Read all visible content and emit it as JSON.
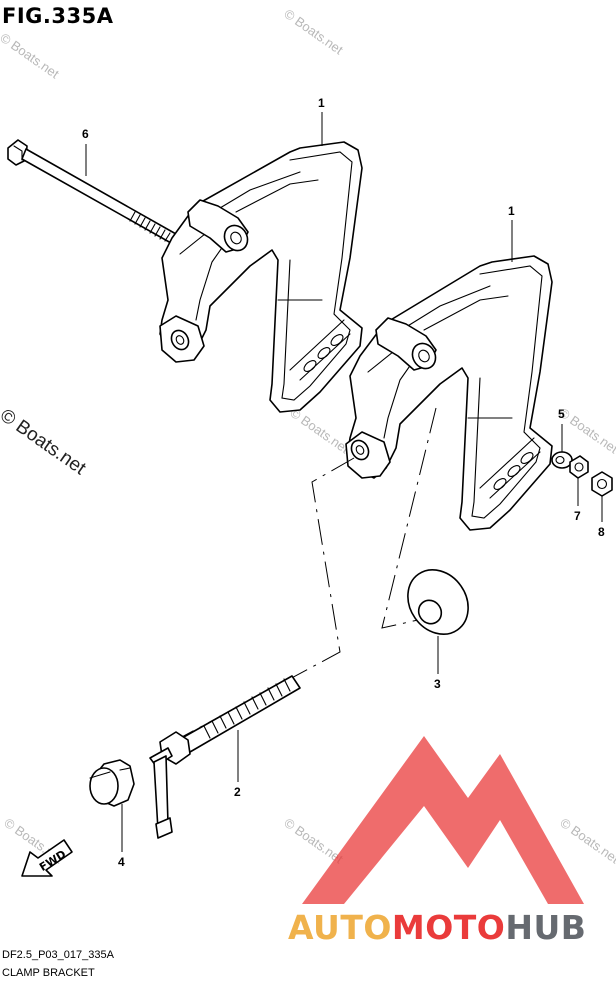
{
  "figure": {
    "title": "FIG.335A",
    "code": "DF2.5_P03_017_335A",
    "caption": "CLAMP BRACKET"
  },
  "watermarks": {
    "small": "© Boats.net",
    "big": "© Boats.net"
  },
  "parts": [
    {
      "id": "part-1-upper",
      "number": "1"
    },
    {
      "id": "part-1-lower",
      "number": "1"
    },
    {
      "id": "part-2",
      "number": "2"
    },
    {
      "id": "part-3",
      "number": "3"
    },
    {
      "id": "part-4",
      "number": "4"
    },
    {
      "id": "part-5",
      "number": "5"
    },
    {
      "id": "part-6",
      "number": "6"
    },
    {
      "id": "part-7",
      "number": "7"
    },
    {
      "id": "part-8",
      "number": "8"
    }
  ],
  "fwd_label": "FWD",
  "brand": {
    "part1": "AUTO",
    "part2": "MOTO",
    "part3": "HUB",
    "colors": {
      "auto": "#f0b24c",
      "moto": "#ea3b3b",
      "hub": "#666a70",
      "logo": "#ea3b3b"
    }
  }
}
